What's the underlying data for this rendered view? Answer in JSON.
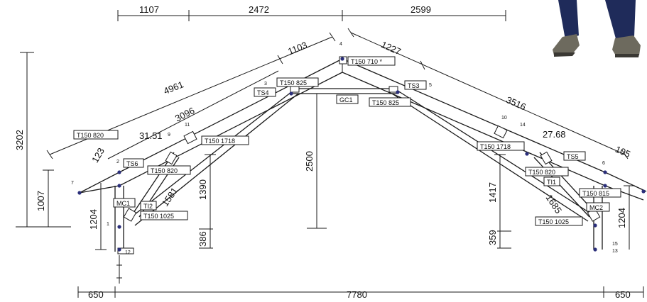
{
  "dims": {
    "top": [
      "1107",
      "2472",
      "2599"
    ],
    "slope": [
      "4961",
      "1103",
      "3096",
      "1227",
      "3516",
      "123",
      "1581",
      "1685",
      "105"
    ],
    "vertical": [
      "3202",
      "1007",
      "1204",
      "386",
      "1390",
      "2500",
      "1417",
      "359",
      "1204"
    ],
    "bottom": [
      "650",
      "7780",
      "650"
    ],
    "angles": [
      "31.51",
      "27.68"
    ]
  },
  "tags": {
    "t150_820_left": "T150 820",
    "t150_710": "T150 710 *",
    "t150_825_top": "T150 825",
    "ts3": "TS3",
    "ts4": "TS4",
    "gc1": "GC1",
    "t150_825_right": "T150 825",
    "t150_1718_left": "T150 1718",
    "t150_1718_right": "T150 1718",
    "ts6": "TS6",
    "t150_820_mid": "T150 820",
    "ts5": "TS5",
    "t150_820_right": "T150 820",
    "tl1": "TI1",
    "t150_815": "T150 815",
    "mc1": "MC1",
    "tl2": "TI2",
    "t150_1025_left": "T150 1025",
    "mc2": "MC2",
    "t150_1025_right": "T150 1025"
  },
  "nodes": {
    "n1": "1",
    "n2": "2",
    "n3": "3",
    "n4": "4",
    "n5": "5",
    "n6": "6",
    "n7": "7",
    "n9": "9",
    "n10": "10",
    "n11": "11",
    "n12": "12",
    "n13": "13",
    "n14": "14",
    "n15": "15"
  },
  "colors": {
    "line": "#1a1a1a",
    "node": "#2b2f7a",
    "background": "#ffffff"
  }
}
